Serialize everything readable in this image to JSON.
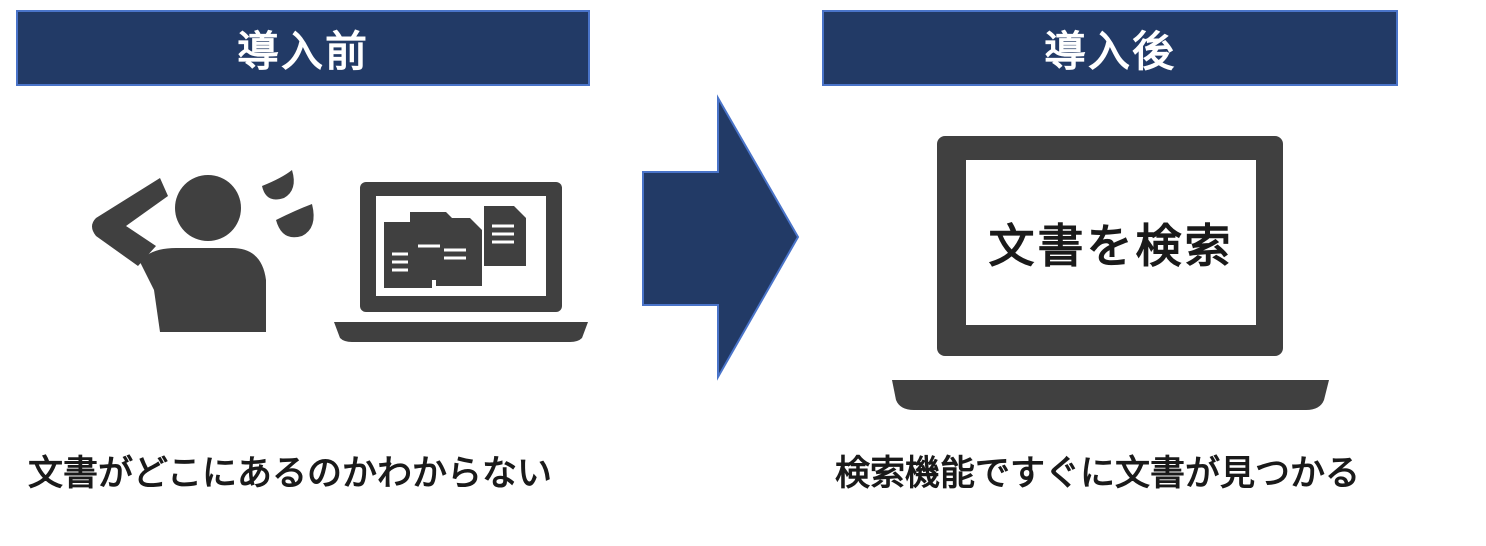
{
  "before": {
    "header": "導入前",
    "caption": "文書がどこにあるのかわからない"
  },
  "after": {
    "header": "導入後",
    "screen_text": "文書を検索",
    "caption": "検索機能ですぐに文書が見つかる"
  },
  "colors": {
    "header_fill": "#223a66",
    "header_border": "#4a74c9",
    "icon_gray": "#404040",
    "arrow_fill": "#223a66",
    "arrow_border": "#4a74c9"
  }
}
